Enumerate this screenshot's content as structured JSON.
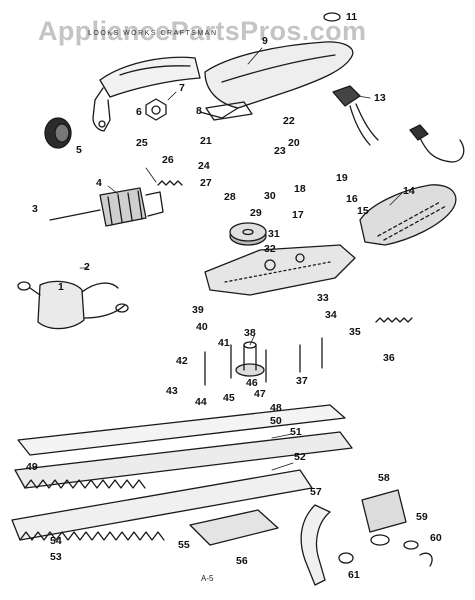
{
  "watermark": "AppliancePartsPros.com",
  "caption": "LOOKS  WORKS  CRAFTSMAN",
  "page_ref": "A-5",
  "callouts": [
    "1",
    "2",
    "3",
    "4",
    "5",
    "6",
    "7",
    "8",
    "9",
    "11",
    "13",
    "14",
    "15",
    "16",
    "17",
    "18",
    "19",
    "20",
    "21",
    "22",
    "23",
    "24",
    "25",
    "26",
    "27",
    "28",
    "29",
    "30",
    "31",
    "32",
    "33",
    "34",
    "35",
    "36",
    "37",
    "38",
    "39",
    "40",
    "41",
    "42",
    "43",
    "44",
    "45",
    "46",
    "47",
    "48",
    "49",
    "50",
    "51",
    "52",
    "53",
    "54",
    "55",
    "56",
    "57",
    "58",
    "59",
    "60",
    "61"
  ]
}
